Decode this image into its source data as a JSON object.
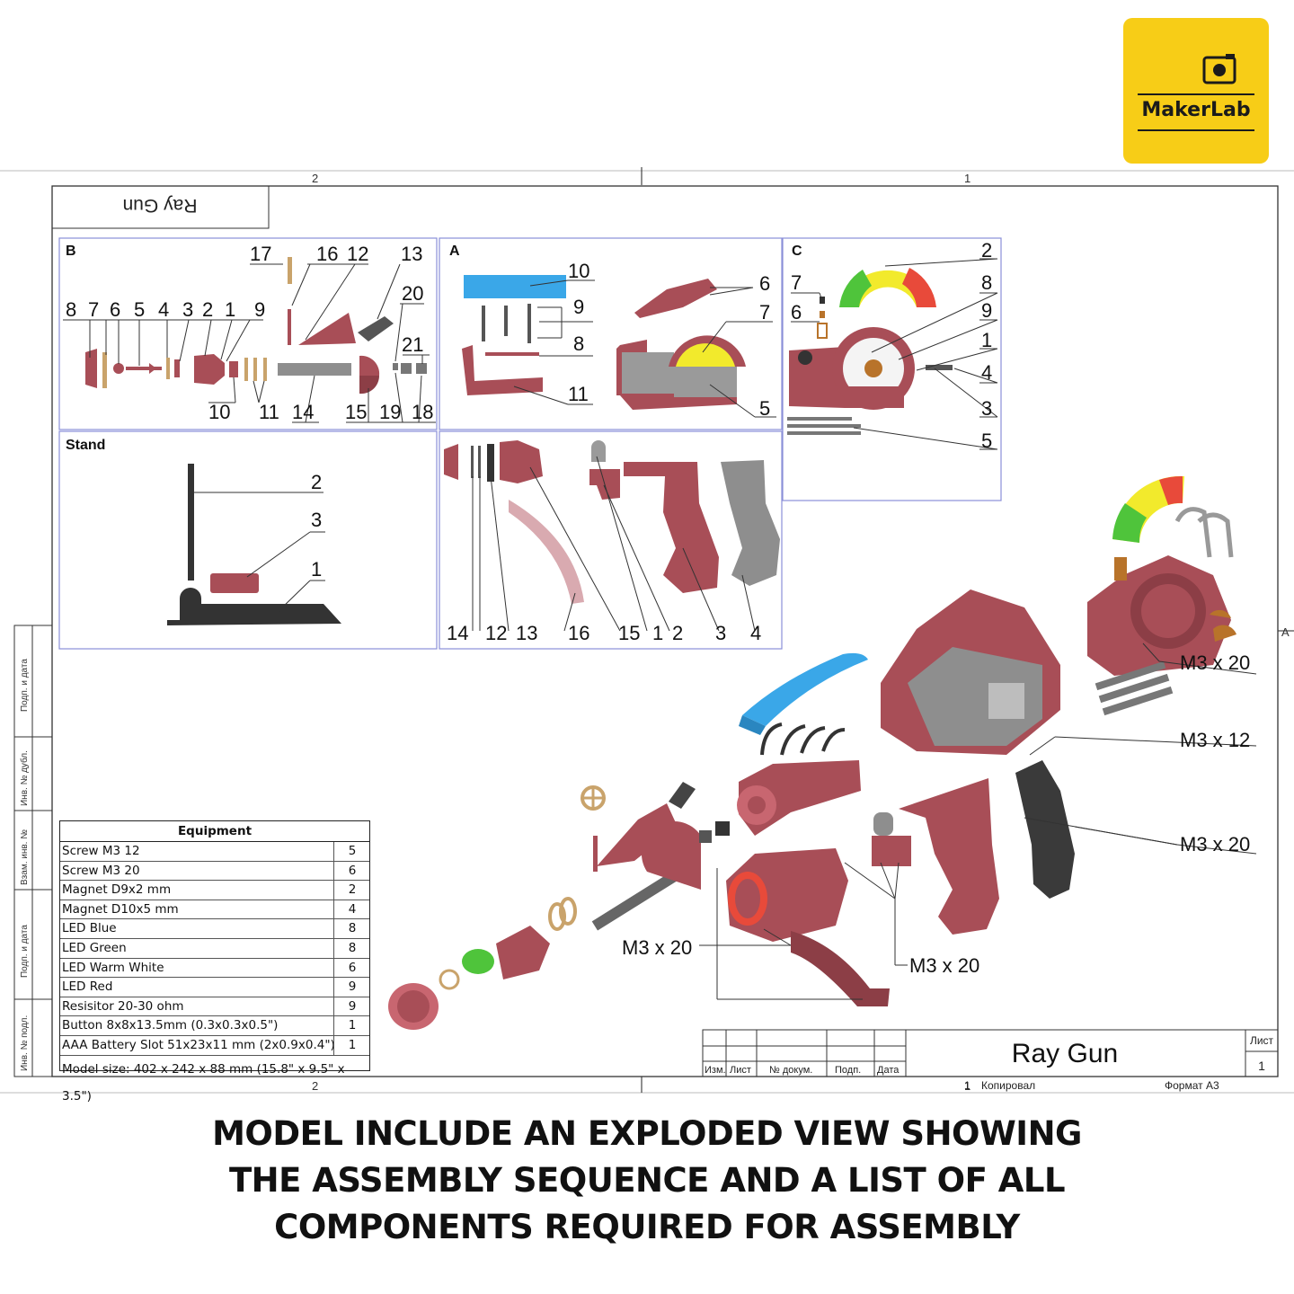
{
  "logo": {
    "brand": "MakerLab"
  },
  "frame": {
    "top_marks": [
      "2",
      "1"
    ],
    "bottom_marks": [
      "2",
      "1"
    ],
    "right_mark": "A",
    "side_labels": [
      "Подп. и дата",
      "Инв. № дубл.",
      "Взам. инв. №",
      "Подп. и дата",
      "Инв. № подл."
    ],
    "rotated_title": "Ray Gun"
  },
  "sections": {
    "B": {
      "label": "B",
      "callouts": [
        "8",
        "7",
        "6",
        "5",
        "4",
        "3",
        "2",
        "1",
        "9",
        "17",
        "16",
        "12",
        "13",
        "20",
        "21",
        "10",
        "11",
        "14",
        "15",
        "19",
        "18"
      ]
    },
    "A": {
      "label": "A",
      "callouts": [
        "10",
        "6",
        "9",
        "7",
        "8",
        "11",
        "5",
        "14",
        "12",
        "13",
        "16",
        "15",
        "1",
        "2",
        "3",
        "4"
      ]
    },
    "C": {
      "label": "C",
      "callouts": [
        "2",
        "7",
        "8",
        "6",
        "9",
        "1",
        "4",
        "3",
        "5"
      ]
    },
    "Stand": {
      "label": "Stand",
      "callouts": [
        "2",
        "3",
        "1"
      ]
    }
  },
  "exploded_callouts": [
    "M3 x 20",
    "M3 x 12",
    "M3 x 20",
    "M3 x 20",
    "M3 x 20"
  ],
  "equipment": {
    "title": "Equipment",
    "rows": [
      {
        "name": "Screw M3 12",
        "qty": "5"
      },
      {
        "name": "Screw M3 20",
        "qty": "6"
      },
      {
        "name": "Magnet D9x2 mm",
        "qty": "2"
      },
      {
        "name": "Magnet D10x5 mm",
        "qty": "4"
      },
      {
        "name": "LED Blue",
        "qty": "8"
      },
      {
        "name": "LED Green",
        "qty": "8"
      },
      {
        "name": "LED Warm White",
        "qty": "6"
      },
      {
        "name": "LED Red",
        "qty": "9"
      },
      {
        "name": "Resisitor 20-30 ohm",
        "qty": "9"
      },
      {
        "name": "Button 8x8x13.5mm (0.3x0.3x0.5\")",
        "qty": "1"
      },
      {
        "name": "AAA Battery Slot 51x23x11 mm (2x0.9x0.4\")",
        "qty": "1"
      }
    ],
    "model_size": "Model size: 402 x 242 x 88 mm (15.8\" x 9.5\" x 3.5\")"
  },
  "title_block": {
    "title": "Ray Gun",
    "sheet_label": "Лист",
    "sheet_no": "1",
    "columns": [
      "Изм.",
      "Лист",
      "№ докум.",
      "Подп.",
      "Дата"
    ],
    "copied": "Копировал",
    "format": "Формат А3",
    "copied_mark": "1"
  },
  "caption": {
    "line1": "MODEL INCLUDE AN EXPLODED VIEW SHOWING",
    "line2": "THE ASSEMBLY SEQUENCE AND A LIST OF ALL",
    "line3": "COMPONENTS REQUIRED FOR ASSEMBLY"
  },
  "colors": {
    "part_red": "#a84e57",
    "part_gray": "#8e8e8e",
    "part_blue": "#3aa7e8",
    "gauge_yellow": "#f2ea2c",
    "gauge_green": "#4fc43b",
    "frame_blue": "#8a8fd8",
    "logo_yellow": "#f7cd17"
  }
}
